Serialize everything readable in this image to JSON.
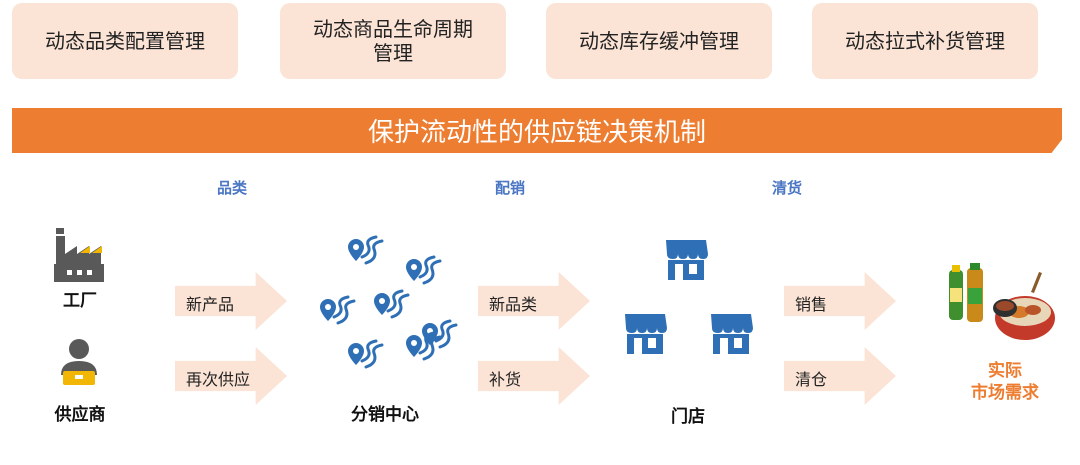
{
  "top_boxes": [
    {
      "label": "动态品类配置管理"
    },
    {
      "label": "动态商品生命周期\n管理"
    },
    {
      "label": "动态库存缓冲管理"
    },
    {
      "label": "动态拉式补货管理"
    }
  ],
  "banner": {
    "title": "保护流动性的供应链决策机制"
  },
  "stages": [
    "品类",
    "配销",
    "清货"
  ],
  "arrows": [
    "新产品",
    "再次供应",
    "新品类",
    "补货",
    "销售",
    "清仓"
  ],
  "nodes": {
    "factory": "工厂",
    "supplier": "供应商",
    "distribution_center": "分销中心",
    "store": "门店",
    "market_demand_line1": "实际",
    "market_demand_line2": "市场需求"
  },
  "colors": {
    "accent_orange": "#ed7d31",
    "peach": "#fbe4d6",
    "icon_blue": "#2f6fb5",
    "stage_blue": "#4a76c3",
    "icon_gray": "#595959",
    "icon_yellow": "#f2b705"
  }
}
